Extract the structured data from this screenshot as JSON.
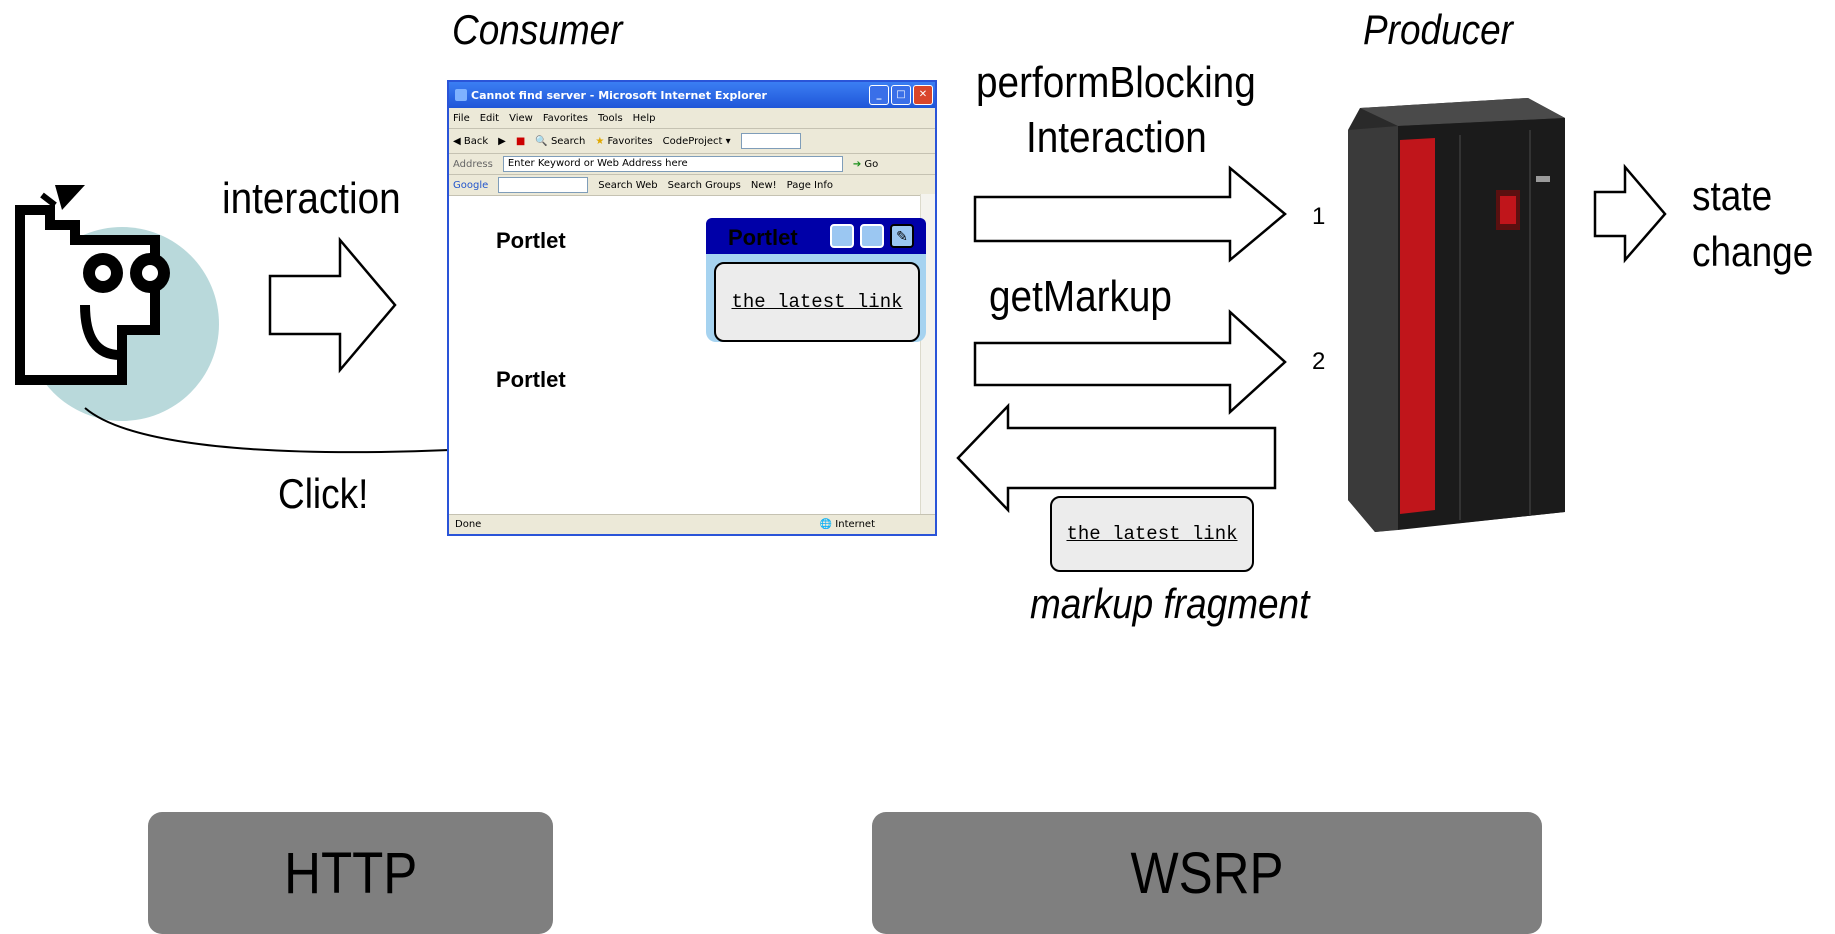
{
  "labels": {
    "consumer": "Consumer",
    "producer": "Producer",
    "interaction": "interaction",
    "click": "Click!",
    "perform_blocking_line1": "performBlocking",
    "perform_blocking_line2": "Interaction",
    "get_markup": "getMarkup",
    "step_1": "1",
    "step_2": "2",
    "state_line1": "state",
    "state_line2": "change",
    "markup_fragment": "markup fragment"
  },
  "browser": {
    "title": "Cannot find server - Microsoft Internet Explorer",
    "menu": [
      "File",
      "Edit",
      "View",
      "Favorites",
      "Tools",
      "Help"
    ],
    "toolbar": {
      "back": "Back",
      "search": "Search",
      "favorites": "Favorites",
      "codeproject": "CodeProject"
    },
    "address_label": "Address",
    "address_value": "Enter Keyword or Web Address here",
    "go": "Go",
    "google_bar": {
      "google": "Google",
      "search_web": "Search Web",
      "search_groups": "Search Groups",
      "new": "New!",
      "page_info": "Page Info"
    },
    "status_done": "Done",
    "status_zone": "Internet"
  },
  "portlets": {
    "portlet_a": "Portlet",
    "portlet_b": "Portlet",
    "portlet_header": "Portlet",
    "link": "the latest link"
  },
  "fragment_link": "the latest link",
  "protocols": {
    "http": "HTTP",
    "wsrp": "WSRP"
  },
  "colors": {
    "avatar_circle": "#b9d9db",
    "portlet_header": "#0000a8",
    "portlet_panel": "#a6d3f0",
    "server_red": "#c0151b",
    "protocol_box": "#7f7f7f"
  },
  "icons": [
    "user-avatar-icon",
    "server-tower-icon",
    "close-icon",
    "minimize-icon",
    "maximize-icon",
    "edit-icon"
  ]
}
